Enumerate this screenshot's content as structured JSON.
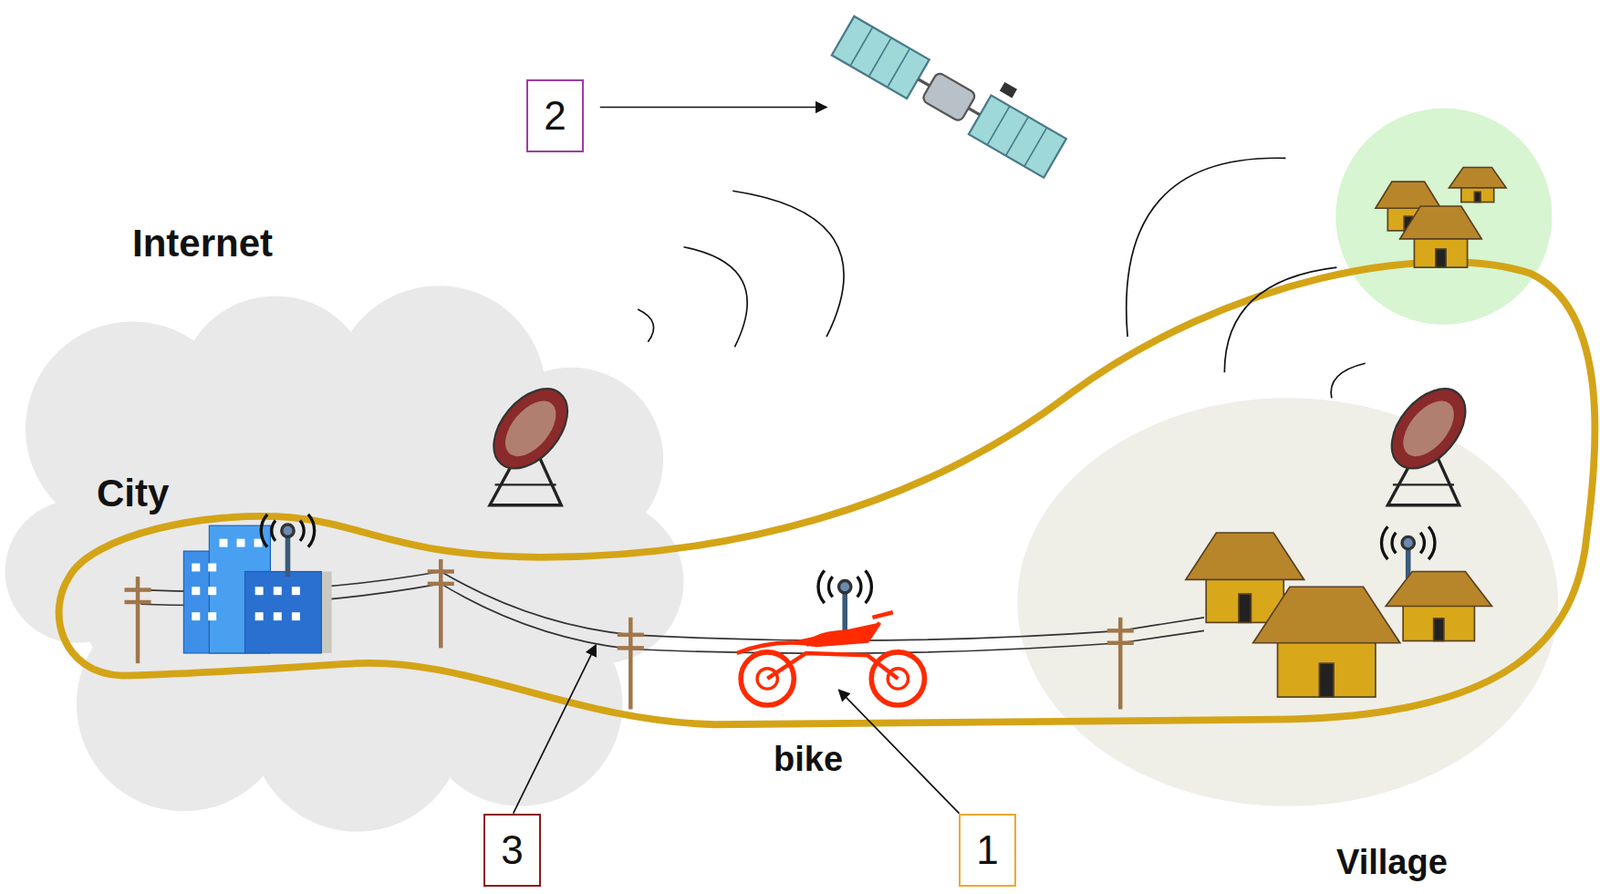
{
  "diagram": {
    "nodes": [
      {
        "text": [
          "2"
        ]
      },
      {
        "text": [
          "3"
        ]
      },
      {
        "text": [
          "1"
        ]
      }
    ],
    "labels": [
      "Internet",
      "City",
      "bike",
      "Village"
    ]
  }
}
